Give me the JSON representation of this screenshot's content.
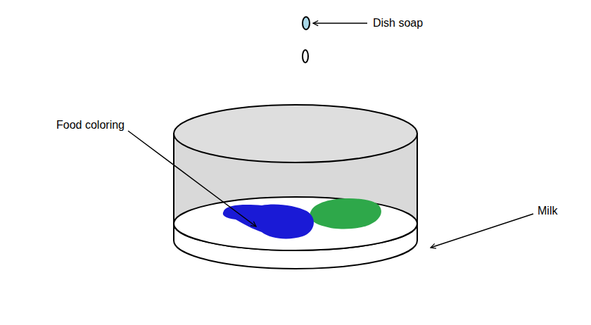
{
  "diagram": {
    "labels": [
      "Dish soap",
      "Food coloring",
      "Milk"
    ]
  }
}
